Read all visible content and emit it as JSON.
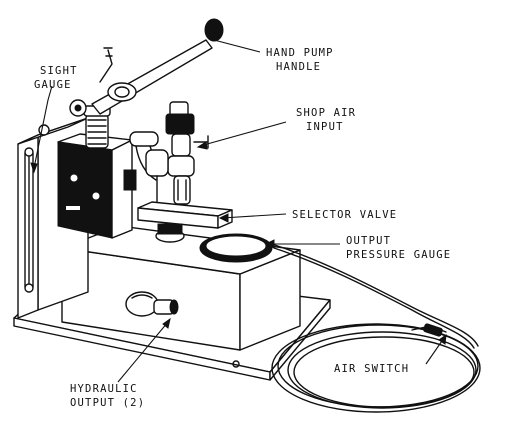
{
  "labels": {
    "hand_pump_handle": [
      "HAND PUMP",
      "HANDLE"
    ],
    "sight_gauge": [
      "SIGHT",
      "GAUGE"
    ],
    "shop_air_input": [
      "SHOP AIR",
      "INPUT"
    ],
    "selector_valve": [
      "SELECTOR VALVE"
    ],
    "output_pressure_gauge": [
      "OUTPUT",
      "PRESSURE GAUGE"
    ],
    "air_switch": [
      "AIR SWITCH"
    ],
    "hydraulic_output": [
      "HYDRAULIC",
      "OUTPUT (2)"
    ]
  }
}
